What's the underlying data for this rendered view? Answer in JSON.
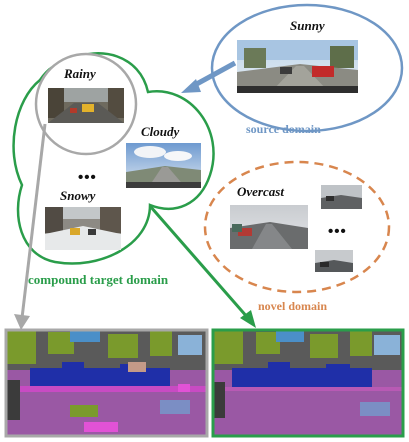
{
  "labels": {
    "sunny": "Sunny",
    "rainy": "Rainy",
    "cloudy": "Cloudy",
    "snowy": "Snowy",
    "overcast": "Overcast",
    "source_domain": "source domain",
    "compound_target_domain": "compound target domain",
    "novel_domain": "novel domain",
    "ellipsis_compound": "•••",
    "ellipsis_novel": "•••"
  },
  "colors": {
    "source": "#6f97c5",
    "compound": "#2a9d4a",
    "novel": "#d8864e",
    "rainy_circle": "#a8a8a8",
    "gray_frame": "#a8a8a8",
    "green_frame": "#2a9d4a",
    "seg_sky": "#4b8fc8",
    "seg_building": "#5a5a5a",
    "seg_vegetation": "#7a9a2c",
    "seg_car": "#1f2fa8",
    "seg_road": "#9a58a4",
    "seg_sidewalk": "#c84bc3"
  },
  "icons": {
    "arrow_source": "arrow-right-to-left-icon",
    "arrow_gray": "arrow-down-icon",
    "arrow_green": "arrow-down-right-icon"
  }
}
